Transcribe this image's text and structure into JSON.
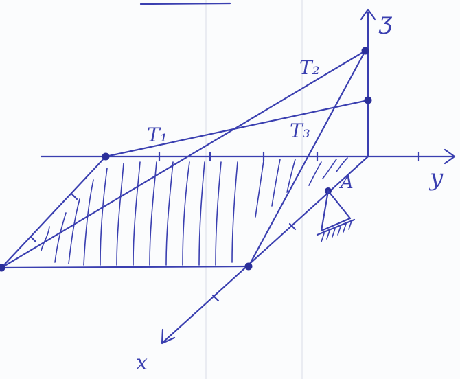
{
  "diagram": {
    "axes": {
      "z_label": "ʒ",
      "y_label": "y",
      "x_label": "x"
    },
    "tensions": {
      "t1": "T₁",
      "t2": "T₂",
      "t3": "T₃"
    },
    "support_label": "A",
    "colors": {
      "ink": "#3a3fb0",
      "paper": "#fbfcfd"
    }
  }
}
